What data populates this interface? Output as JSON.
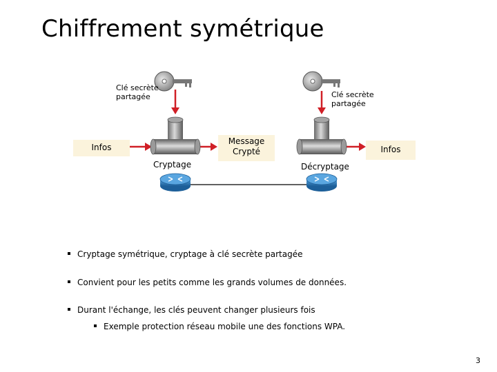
{
  "title": "Chiffrement symétrique",
  "diagram": {
    "key_label_left": "Clé secrète\npartagée",
    "key_label_right": "Clé secrète\npartagée",
    "infos_left": "Infos",
    "infos_right": "Infos",
    "message": "Message\nCrypté",
    "encrypt_label": "Cryptage",
    "decrypt_label": "Décryptage",
    "colors": {
      "arrow": "#d01f26",
      "box": "#fbf3dc",
      "router": "#2e7fc0"
    }
  },
  "bullets": [
    {
      "text": "Cryptage symétrique, cryptage à clé secrète partagée",
      "level": 1
    },
    {
      "text": "Convient pour les petits comme les grands volumes de données.",
      "level": 1
    },
    {
      "text": "Durant l'échange, les clés peuvent changer plusieurs fois",
      "level": 1
    },
    {
      "text": "Exemple protection réseau mobile une des fonctions WPA.",
      "level": 2
    }
  ],
  "page_number": "3"
}
